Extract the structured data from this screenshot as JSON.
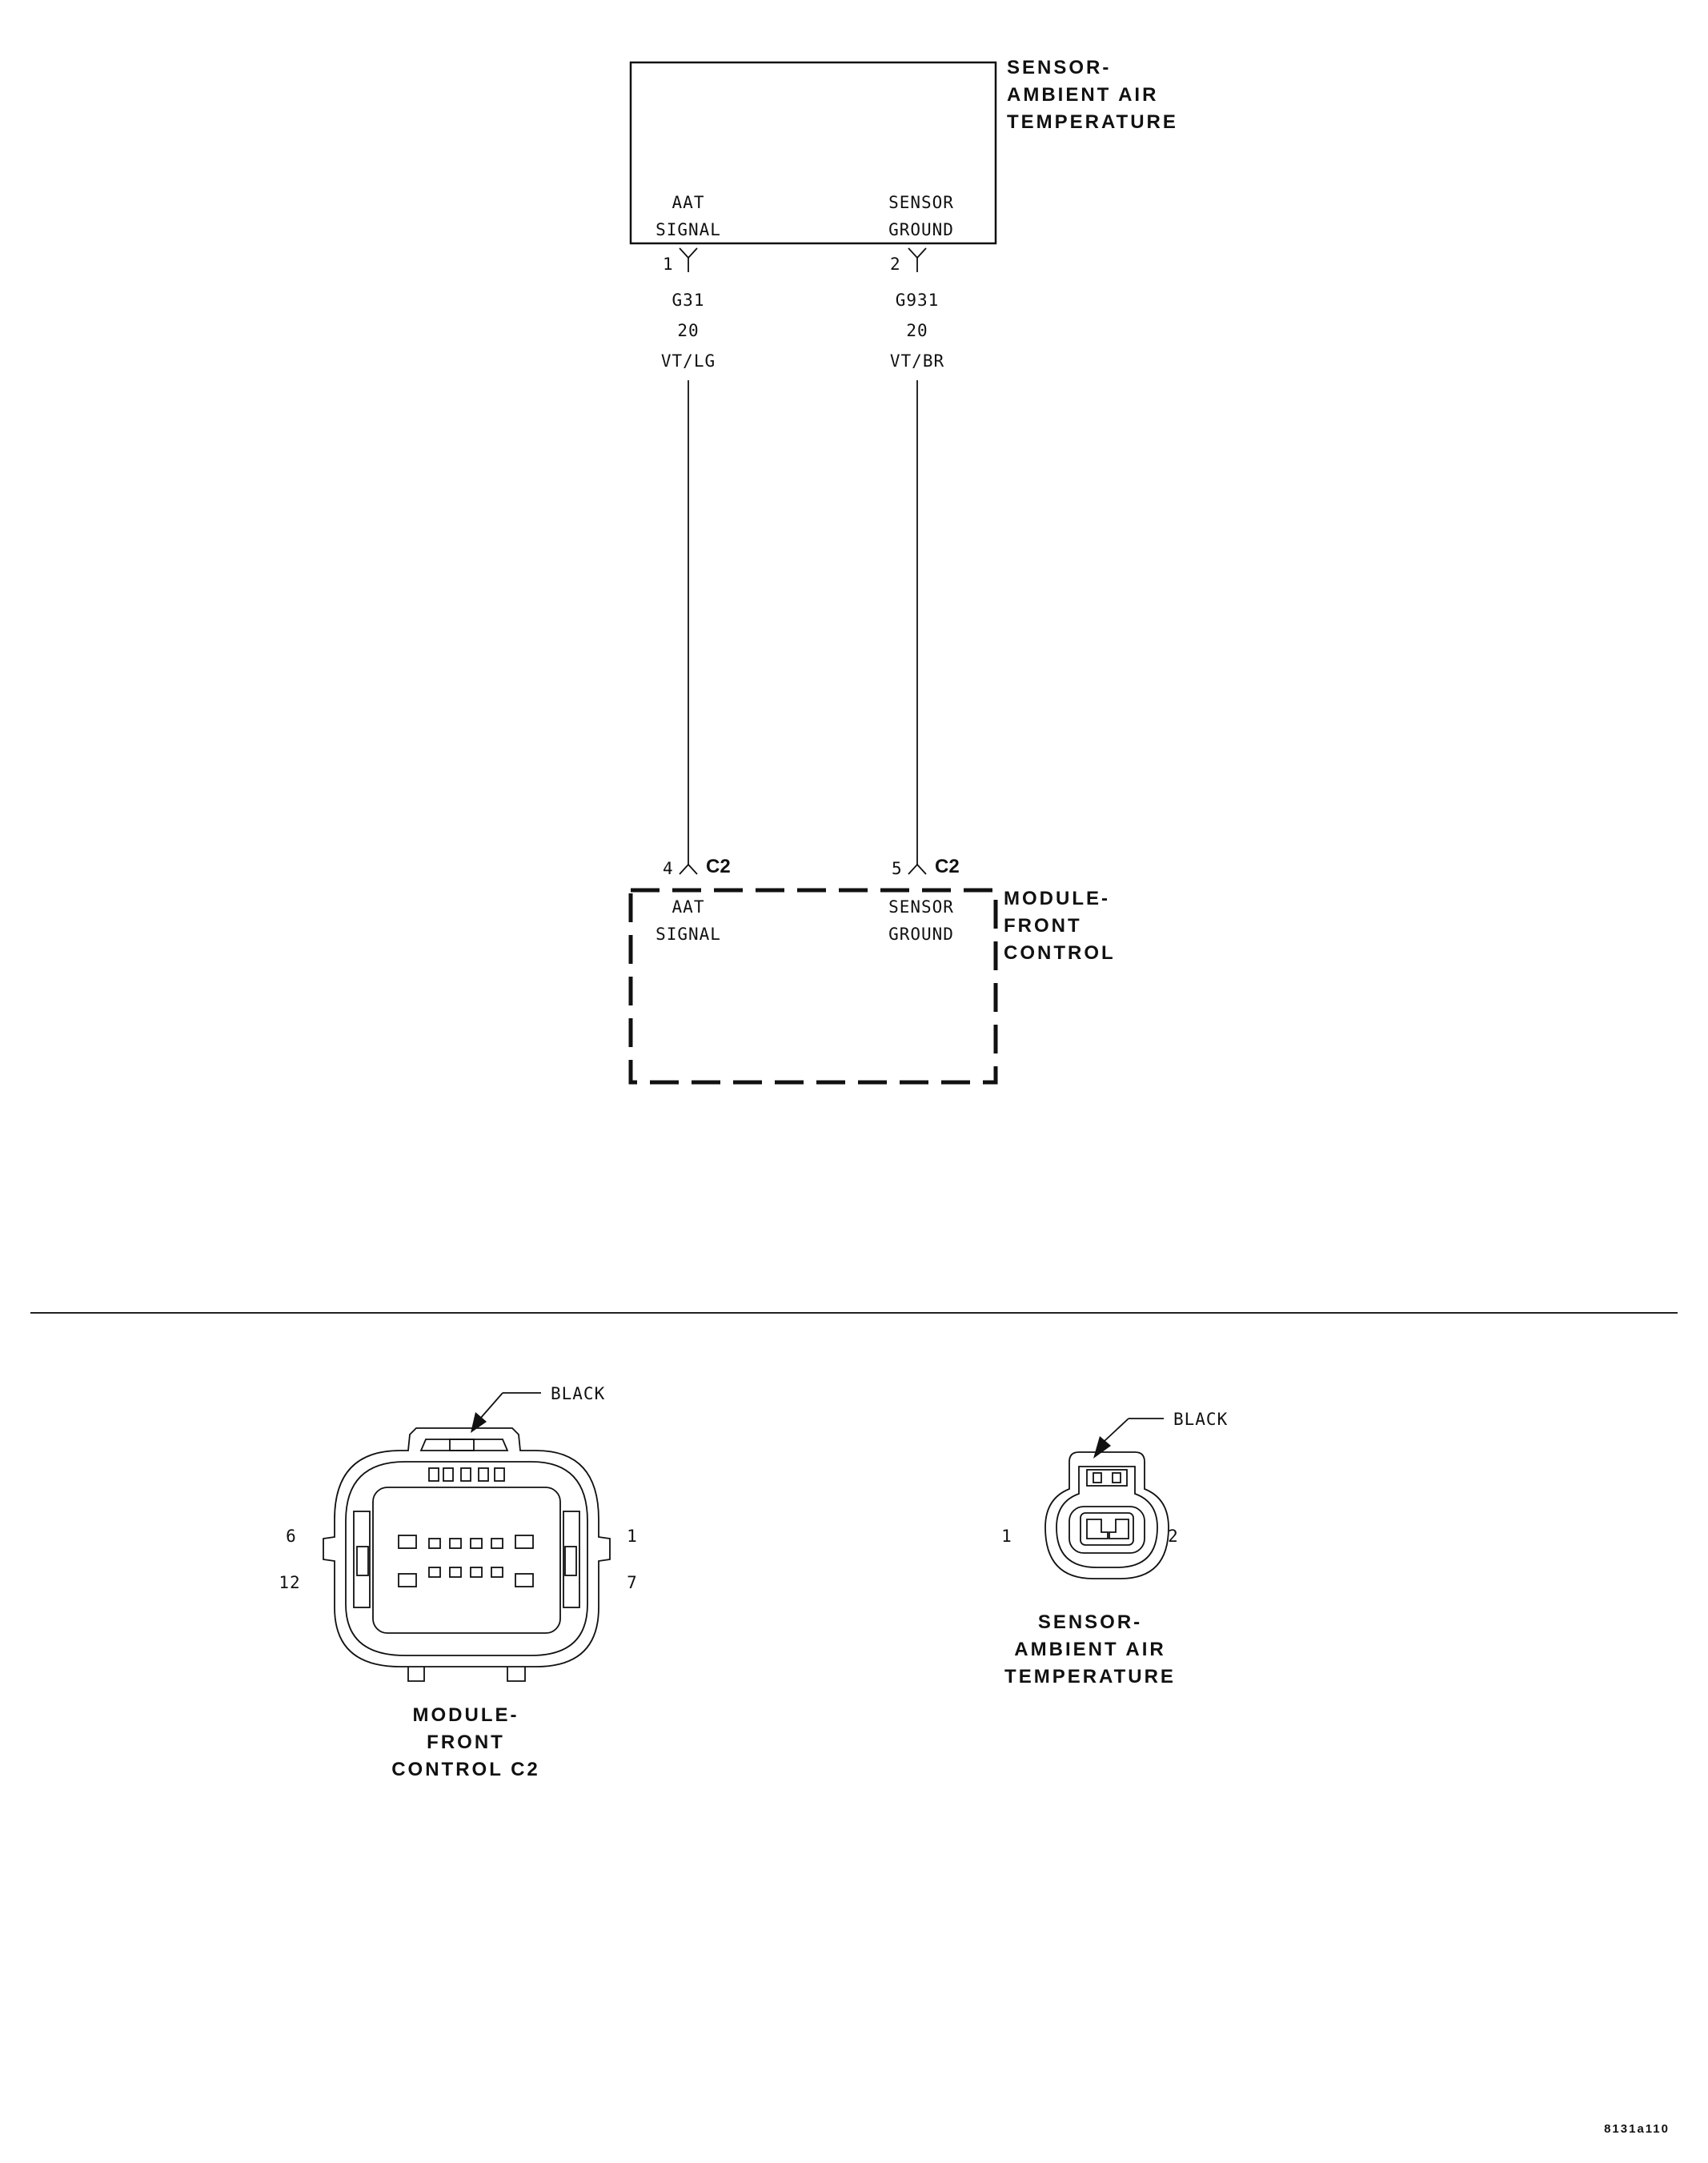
{
  "sensor": {
    "title_lines": [
      "SENSOR-",
      "AMBIENT AIR",
      "TEMPERATURE"
    ],
    "pins": [
      {
        "label_lines": [
          "AAT",
          "SIGNAL"
        ],
        "pin": "1",
        "circuit": "G31",
        "gauge": "20",
        "color": "VT/LG"
      },
      {
        "label_lines": [
          "SENSOR",
          "GROUND"
        ],
        "pin": "2",
        "circuit": "G931",
        "gauge": "20",
        "color": "VT/BR"
      }
    ]
  },
  "module": {
    "title_lines": [
      "MODULE-",
      "FRONT",
      "CONTROL"
    ],
    "connector": "C2",
    "pins": [
      {
        "label_lines": [
          "AAT",
          "SIGNAL"
        ],
        "pin": "4"
      },
      {
        "label_lines": [
          "SENSOR",
          "GROUND"
        ],
        "pin": "5"
      }
    ]
  },
  "connector_views": {
    "module_c2": {
      "color_label": "BLACK",
      "pin_labels": {
        "top_left": "6",
        "bottom_left": "12",
        "top_right": "1",
        "bottom_right": "7"
      },
      "caption_lines": [
        "MODULE-",
        "FRONT",
        "CONTROL C2"
      ]
    },
    "sensor": {
      "color_label": "BLACK",
      "pin_labels": {
        "left": "1",
        "right": "2"
      },
      "caption_lines": [
        "SENSOR-",
        "AMBIENT AIR",
        "TEMPERATURE"
      ]
    }
  },
  "figure_id": "8131a110"
}
